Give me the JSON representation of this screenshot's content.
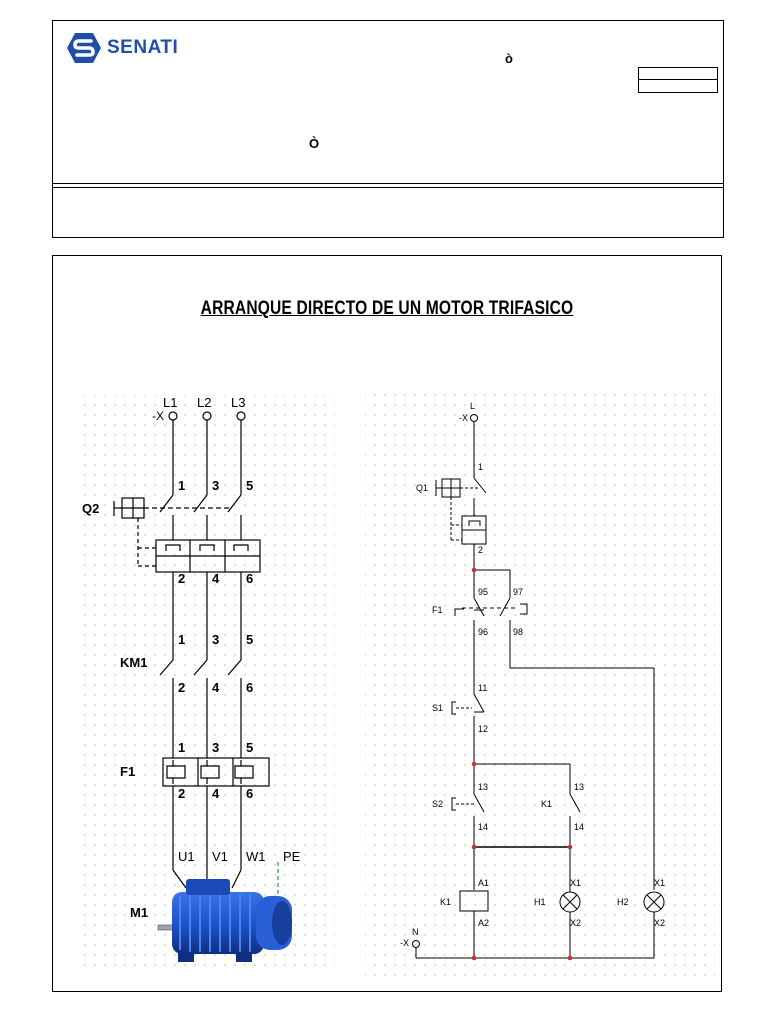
{
  "header": {
    "logo_text": "SENATI",
    "mark_top": "ò",
    "mark_mid": "Ò"
  },
  "title": "ARRANQUE DIRECTO DE UN MOTOR TRIFASICO",
  "power_circuit": {
    "supply_terminal": "-X",
    "lines": [
      "L1",
      "L2",
      "L3"
    ],
    "q2": {
      "label": "Q2",
      "top_terminals": [
        "1",
        "3",
        "5"
      ],
      "bottom_terminals": [
        "2",
        "4",
        "6"
      ]
    },
    "km1": {
      "label": "KM1",
      "top_terminals": [
        "1",
        "3",
        "5"
      ],
      "bottom_terminals": [
        "2",
        "4",
        "6"
      ]
    },
    "f1": {
      "label": "F1",
      "top_terminals": [
        "1",
        "3",
        "5"
      ],
      "bottom_terminals": [
        "2",
        "4",
        "6"
      ]
    },
    "motor_terminals": [
      "U1",
      "V1",
      "W1",
      "PE"
    ],
    "motor_label": "M1",
    "colors": {
      "motor": "#1e54c8",
      "pe_wire": "#2f8f2f"
    }
  },
  "control_circuit": {
    "top_terminal": "-X",
    "top_line": "L",
    "q1": {
      "label": "Q1",
      "top": "1",
      "bottom": "2"
    },
    "f1": {
      "label": "F1",
      "nc": [
        "95",
        "96"
      ],
      "no": [
        "97",
        "98"
      ]
    },
    "s1": {
      "label": "S1",
      "terminals": [
        "11",
        "12"
      ]
    },
    "s2": {
      "label": "S2",
      "terminals": [
        "13",
        "14"
      ]
    },
    "k1_contact": {
      "label": "K1",
      "terminals": [
        "13",
        "14"
      ]
    },
    "k1_coil": {
      "label": "K1",
      "terminals": [
        "A1",
        "A2"
      ]
    },
    "h1": {
      "label": "H1",
      "terminals": [
        "X1",
        "X2"
      ]
    },
    "h2": {
      "label": "H2",
      "terminals": [
        "X1",
        "X2"
      ]
    },
    "bottom_terminal": "-X",
    "bottom_line": "N",
    "colors": {
      "junction": "#c0392b"
    }
  }
}
